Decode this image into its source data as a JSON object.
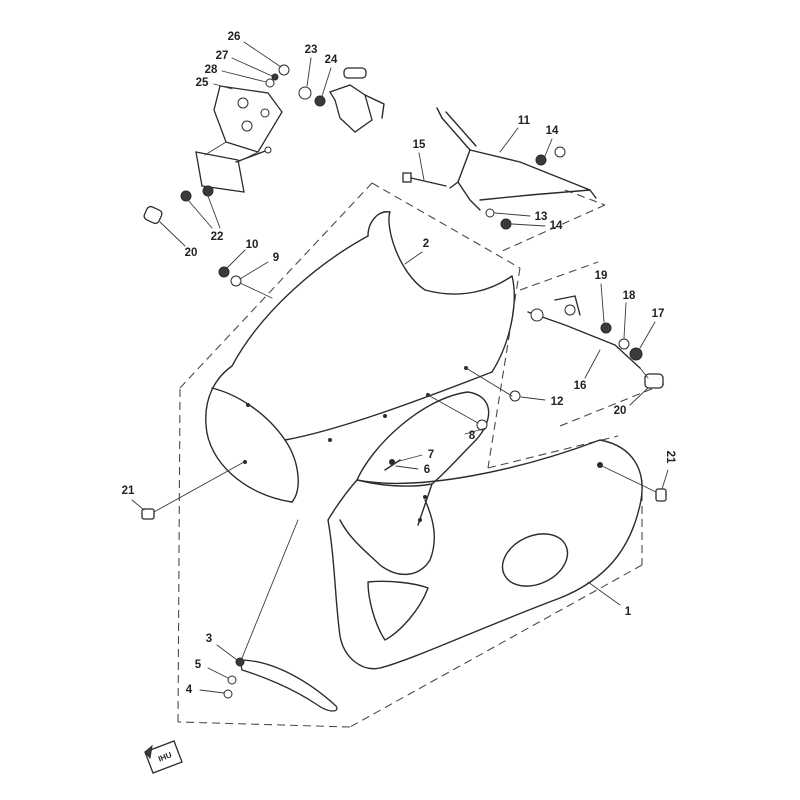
{
  "diagram": {
    "callouts": [
      "26",
      "27",
      "28",
      "25",
      "23",
      "24",
      "11",
      "14",
      "15",
      "13",
      "14",
      "22",
      "20",
      "10",
      "9",
      "2",
      "19",
      "18",
      "17",
      "16",
      "12",
      "20",
      "8",
      "7",
      "6",
      "21",
      "21",
      "1",
      "3",
      "5",
      "4"
    ],
    "stamp": "IHU",
    "colors": {
      "line": "#2b2b2b",
      "background": "#ffffff"
    }
  }
}
